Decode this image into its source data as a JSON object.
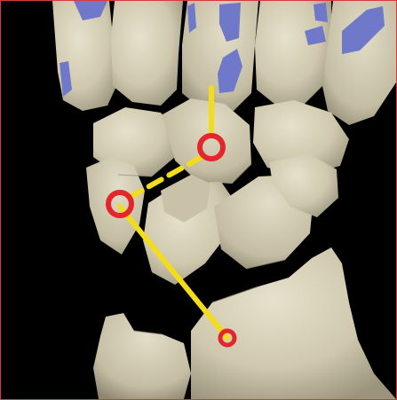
{
  "image": {
    "subject": "wrist-bones-render",
    "colors": {
      "background": "#000000",
      "frame": "#d63a3a",
      "bone": "#d9d3bd",
      "bone_shade": "#b9b29a",
      "bone_dark": "#8f8a75",
      "cartilage": "#6f78c9",
      "marker_line": "#f3dd1a",
      "marker_ring": "#e2262b"
    },
    "markers": [
      {
        "name": "upper-ring-marker",
        "style": "ring"
      },
      {
        "name": "left-ring-marker",
        "style": "ring"
      },
      {
        "name": "lower-dot-marker",
        "style": "dot"
      }
    ],
    "lines": [
      {
        "name": "vertical-axis-line",
        "style": "solid"
      },
      {
        "name": "dashed-connector-line",
        "style": "dashed"
      },
      {
        "name": "diagonal-axis-line",
        "style": "solid"
      }
    ]
  }
}
